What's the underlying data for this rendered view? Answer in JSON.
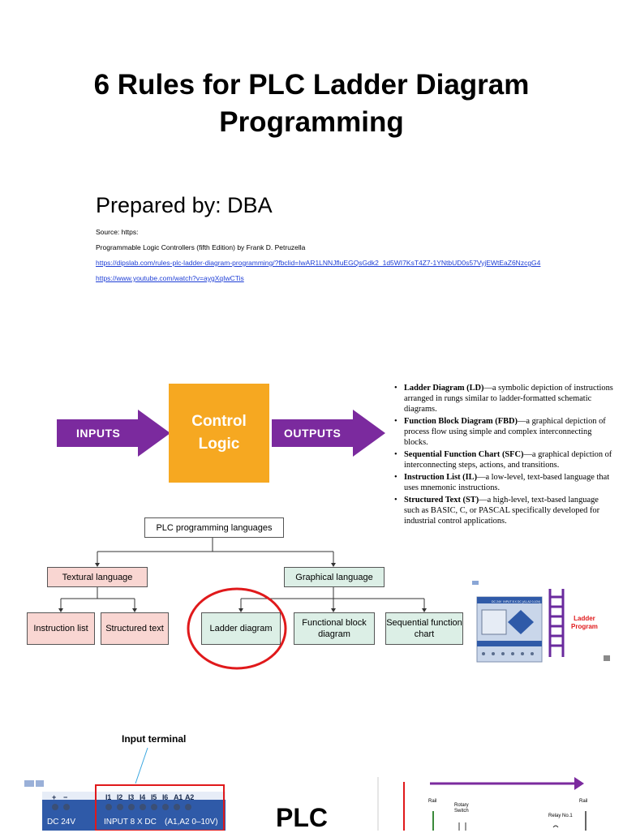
{
  "title_line1": "6 Rules for PLC Ladder Diagram",
  "title_line2": "Programming",
  "prepared_by": "Prepared by: DBA",
  "source_label": "Source: https:",
  "book_ref": "Programmable Logic Controllers (fifth Edition) by Frank D. Petruzella",
  "link1": "https://dipslab.com/rules-plc-ladder-diagram-programming/?fbclid=IwAR1LNNJfluEGQsGdk2_1d5WI7KsT4Z7-1YNtbUD0s57VyjEWtEaZ6NzcgG4",
  "link2": "https://www.youtube.com/watch?v=aygXqIwCTis",
  "flow": {
    "inputs": "INPUTS",
    "control_line1": "Control",
    "control_line2": "Logic",
    "outputs": "OUTPUTS",
    "colors": {
      "arrow": "#7b2a9e",
      "control": "#f6a821"
    }
  },
  "languages": [
    {
      "name": "Ladder Diagram (LD)",
      "desc": "—a symbolic depiction of instructions arranged in rungs similar to ladder-formatted schematic diagrams."
    },
    {
      "name": "Function Block Diagram (FBD)",
      "desc": "—a graphical depiction of process flow using simple and complex interconnecting blocks."
    },
    {
      "name": "Sequential Function Chart (SFC)",
      "desc": "—a graphical depiction of interconnecting steps, actions, and transitions."
    },
    {
      "name": "Instruction List (IL)",
      "desc": "—a low-level, text-based language that uses mnemonic instructions."
    },
    {
      "name": "Structured Text (ST)",
      "desc": "—a high-level, text-based language such as BASIC, C, or PASCAL specifically developed for industrial control applications."
    }
  ],
  "tree": {
    "root": "PLC programming languages",
    "textural": "Textural language",
    "graphical": "Graphical language",
    "instruction_list": "Instruction list",
    "structured_text": "Structured text",
    "ladder_diagram": "Ladder diagram",
    "functional_block": "Functional block diagram",
    "sequential_chart": "Sequential function chart"
  },
  "plc_small": {
    "dc_label": "DC 24V",
    "input_label": "INPUT 8 X DC",
    "analog_label": "(A1,A2 0-10V)",
    "ladder_label_line1": "Ladder",
    "ladder_label_line2": "Program"
  },
  "bottom": {
    "input_terminal": "Input terminal",
    "terminals": [
      "+",
      "−",
      "I1",
      "I2",
      "I3",
      "I4",
      "I5",
      "I6",
      "A1",
      "A2"
    ],
    "dc_label": "DC 24V",
    "input_label": "INPUT 8 X DC",
    "analog_label": "(A1,A2  0–10V)",
    "plc": "PLC",
    "rail_left": "Rail",
    "rail_right": "Rail",
    "rotary_switch_line1": "Rotary",
    "rotary_switch_line2": "Switch",
    "relay": "Relay No.1"
  }
}
